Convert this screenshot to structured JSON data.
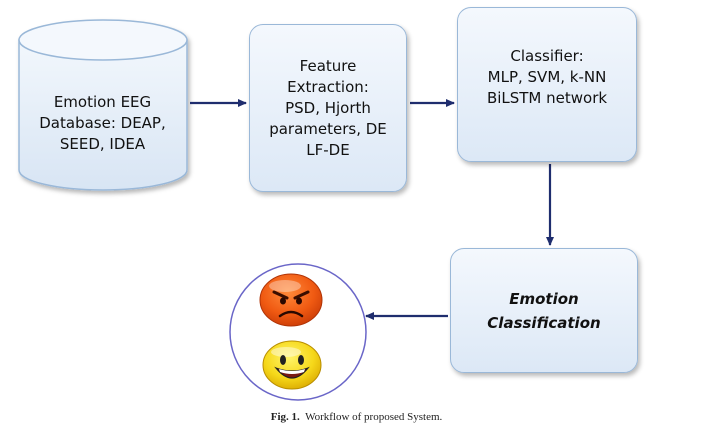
{
  "database": {
    "lines": [
      "Emotion EEG",
      "Database: DEAP,",
      "SEED, IDEA"
    ]
  },
  "feature_extraction": {
    "lines": [
      "Feature",
      "Extraction:",
      "PSD,  Hjorth",
      "parameters, DE",
      "LF-DE"
    ]
  },
  "classifier": {
    "lines": [
      "Classifier:",
      "MLP, SVM, k-NN",
      "BiLSTM network"
    ]
  },
  "emotion_classification": {
    "lines": [
      "Emotion",
      "Classification"
    ]
  },
  "emojis": {
    "top": "angry-face",
    "bottom": "smiling-face"
  },
  "caption": {
    "label": "Fig. 1.",
    "text": "Workflow of proposed System."
  },
  "colors": {
    "arrow": "#1f2d6e",
    "box_border": "#9ab8d8",
    "box_fill_top": "#f4f8fd",
    "box_fill_bottom": "#dce8f6",
    "circle_border": "#6a66c8"
  }
}
